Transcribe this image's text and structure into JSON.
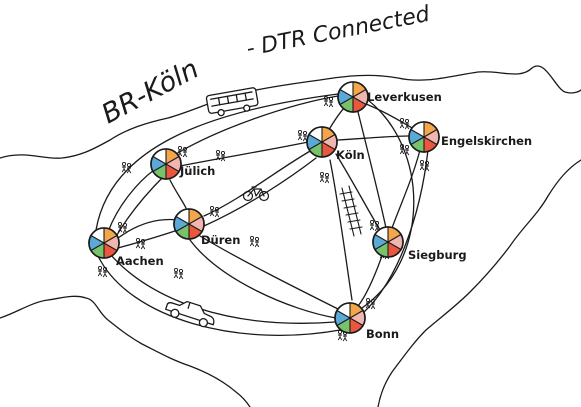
{
  "title": {
    "main": "BR-Köln",
    "sub": "- DTR Connected"
  },
  "nodes": [
    {
      "id": "leverkusen",
      "label": "Leverkusen",
      "icon": "wheel-pie-icon"
    },
    {
      "id": "koeln",
      "label": "Köln",
      "icon": "wheel-pie-icon"
    },
    {
      "id": "engelskirchen",
      "label": "Engelskirchen",
      "icon": "wheel-pie-icon"
    },
    {
      "id": "juelich",
      "label": "Jülich",
      "icon": "wheel-pie-icon"
    },
    {
      "id": "dueren",
      "label": "Düren",
      "icon": "wheel-pie-icon"
    },
    {
      "id": "aachen",
      "label": "Aachen",
      "icon": "wheel-pie-icon"
    },
    {
      "id": "siegburg",
      "label": "Siegburg",
      "icon": "wheel-pie-icon"
    },
    {
      "id": "bonn",
      "label": "Bonn",
      "icon": "wheel-pie-icon"
    }
  ],
  "icons": {
    "bus": "bus-icon",
    "bicycle": "bicycle-icon",
    "railway": "railway-track-icon",
    "car": "car-icon",
    "people": "people-group-icon"
  },
  "colors": {
    "ink": "#1a1a1a",
    "red": "#e9573f",
    "green": "#77c26b",
    "blue": "#5aa9d6",
    "orange": "#f3a64a",
    "pink": "#f2b6b0"
  }
}
